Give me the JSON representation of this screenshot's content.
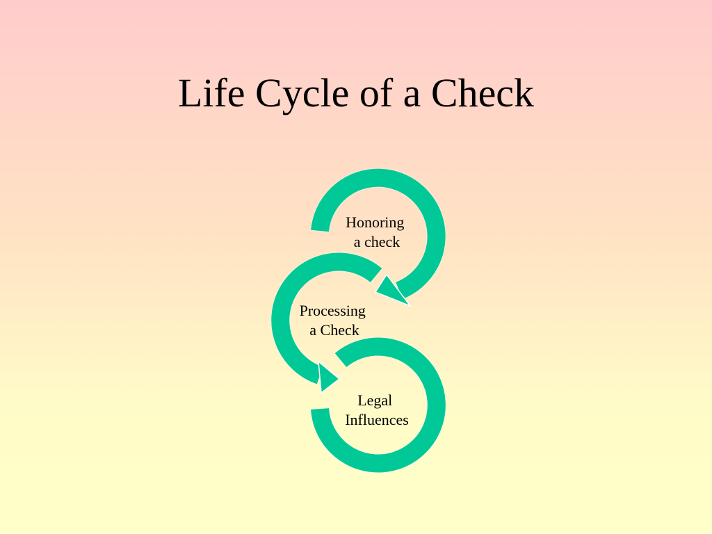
{
  "slide": {
    "title": "Life Cycle of a Check"
  },
  "diagram": {
    "ring_color": "#00c896",
    "ring_outline": "#ffffff",
    "steps": [
      {
        "line1": "Honoring",
        "line2": "a check"
      },
      {
        "line1": "Processing",
        "line2": "a Check"
      },
      {
        "line1": "Legal",
        "line2": "Influences"
      }
    ]
  }
}
